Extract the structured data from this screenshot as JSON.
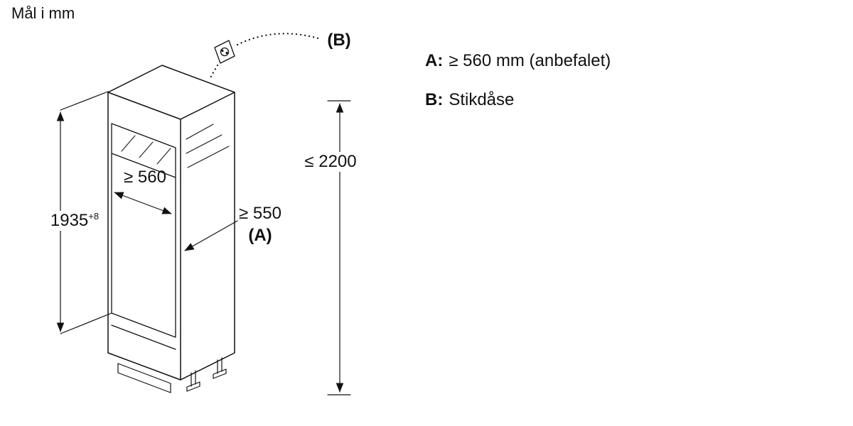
{
  "title": "Mål i mm",
  "dimensions": {
    "niche_height": "1935",
    "niche_height_tolerance": "+8",
    "niche_width": "≥ 560",
    "niche_depth": "≥ 550",
    "niche_depth_ref": "(A)",
    "max_height": "≤ 2200",
    "socket_ref": "(B)"
  },
  "legend": {
    "a_key": "A:",
    "a_value": "≥ 560 mm (anbefalet)",
    "b_key": "B:",
    "b_value": "Stikdåse"
  },
  "colors": {
    "line": "#111111",
    "background": "#ffffff"
  }
}
